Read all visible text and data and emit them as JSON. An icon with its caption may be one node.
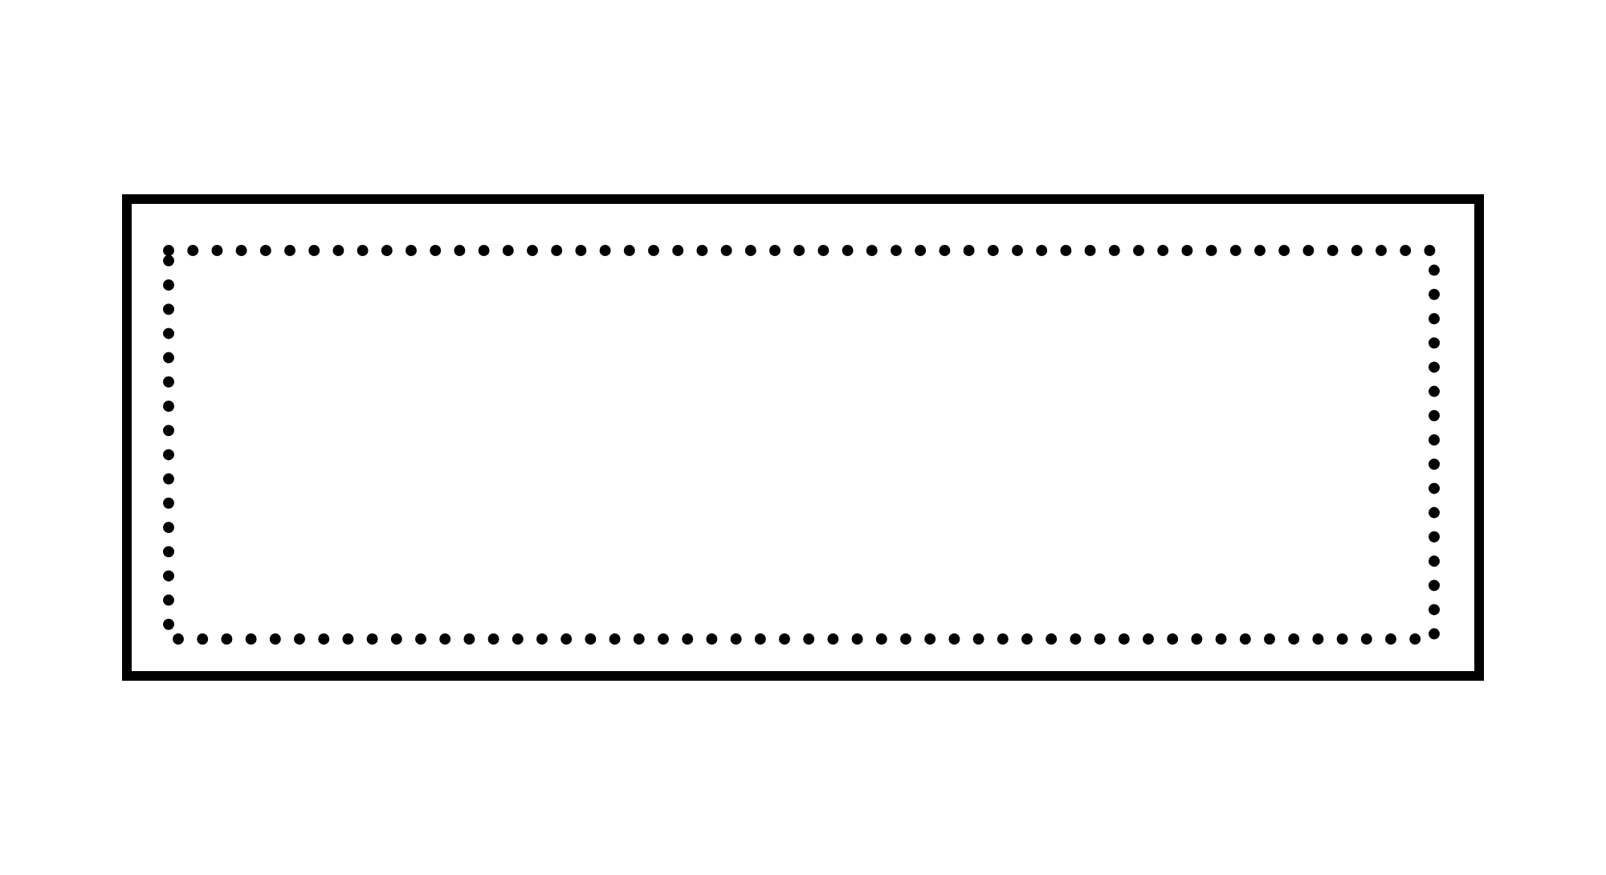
{
  "diagram": {
    "nodes": [
      {
        "text": [],
        "shape": "box"
      },
      {
        "text": [],
        "shape": "box",
        "in": 0
      }
    ]
  }
}
